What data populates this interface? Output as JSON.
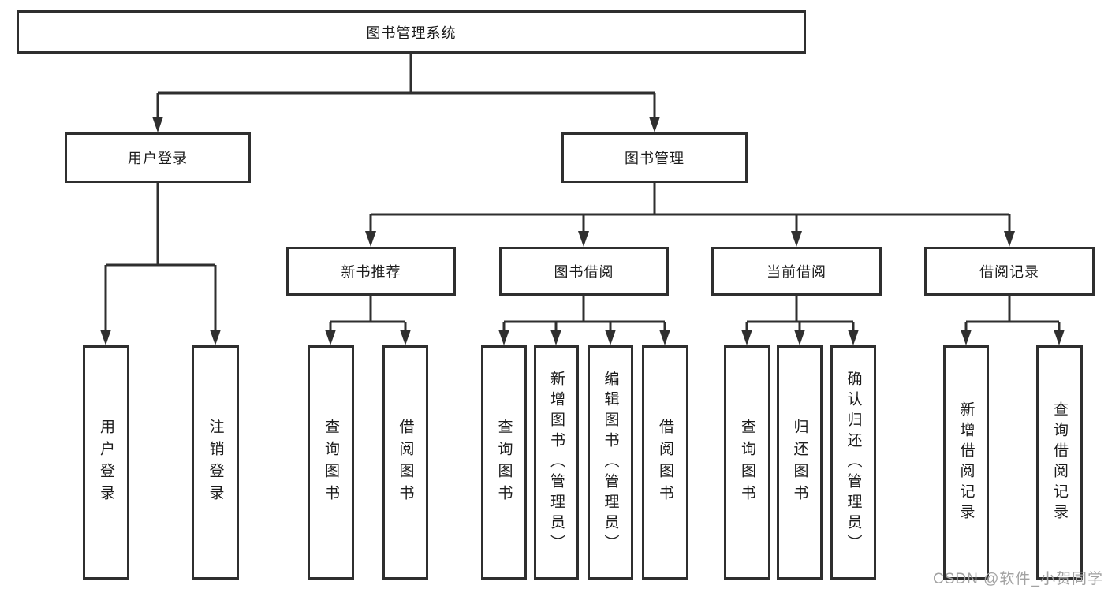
{
  "diagram": {
    "title": "图书管理系统",
    "branches": [
      {
        "label": "用户登录",
        "leaves": [
          "用户登录",
          "注销登录"
        ]
      },
      {
        "label": "图书管理",
        "groups": [
          {
            "label": "新书推荐",
            "leaves": [
              "查询图书",
              "借阅图书"
            ]
          },
          {
            "label": "图书借阅",
            "leaves": [
              "查询图书",
              "新增图书（管理员）",
              "编辑图书（管理员）",
              "借阅图书"
            ]
          },
          {
            "label": "当前借阅",
            "leaves": [
              "查询图书",
              "归还图书",
              "确认归还（管理员）"
            ]
          },
          {
            "label": "借阅记录",
            "leaves": [
              "新增借阅记录",
              "查询借阅记录"
            ]
          }
        ]
      }
    ],
    "watermark": "CSDN @软件_小贺同学",
    "colors": {
      "line": "#2f2f2f",
      "text": "#1c1c1c",
      "watermark": "#a2a2a2",
      "background": "#ffffff"
    }
  }
}
